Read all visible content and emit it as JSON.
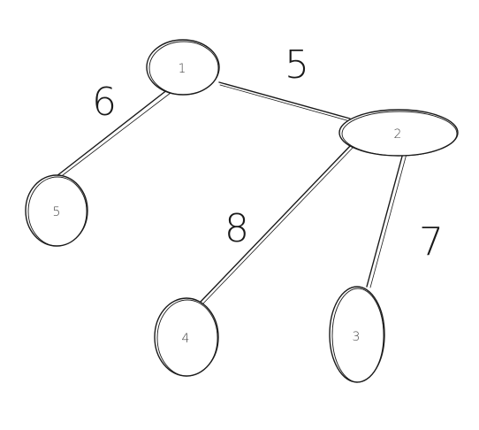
{
  "graph": {
    "nodes": [
      {
        "id": "1",
        "label": "1"
      },
      {
        "id": "2",
        "label": "2"
      },
      {
        "id": "3",
        "label": "3"
      },
      {
        "id": "4",
        "label": "4"
      },
      {
        "id": "5",
        "label": "5"
      }
    ],
    "edges": [
      {
        "from": "1",
        "to": "2",
        "weight": "5"
      },
      {
        "from": "1",
        "to": "5",
        "weight": "6"
      },
      {
        "from": "2",
        "to": "4",
        "weight": "8"
      },
      {
        "from": "2",
        "to": "3",
        "weight": "7"
      }
    ],
    "colors": {
      "stroke": "#1a1a1a",
      "node_label": "#444444",
      "background": "#ffffff"
    }
  }
}
